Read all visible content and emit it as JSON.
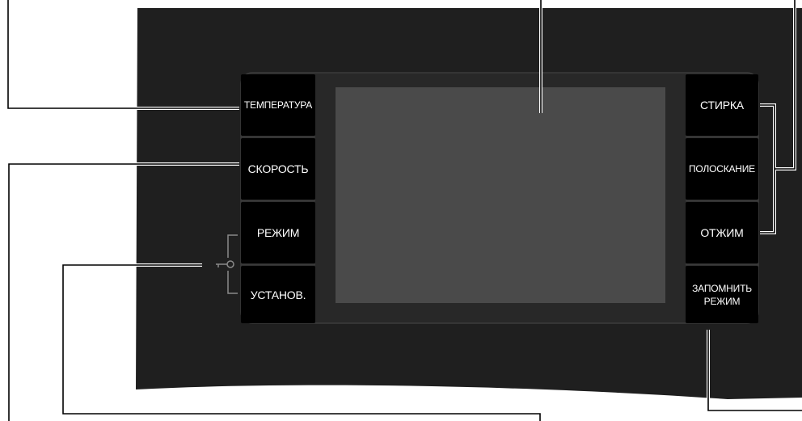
{
  "panel": {
    "left_buttons": [
      {
        "label": "ТЕМПЕРАТУРА"
      },
      {
        "label": "СКОРОСТЬ"
      },
      {
        "label": "РЕЖИМ"
      },
      {
        "label": "УСТАНОВ."
      }
    ],
    "right_buttons": [
      {
        "label": "СТИРКА"
      },
      {
        "label": "ПОЛОСКАНИЕ"
      },
      {
        "label": "ОТЖИМ"
      },
      {
        "label": "ЗАПОМНИТЬ\nРЕЖИМ"
      }
    ],
    "icons": {
      "key_lock": "key-icon"
    },
    "colors": {
      "panel": "#1f1f1f",
      "frame": "#282828",
      "button": "#000000",
      "screen": "#4a4a4a",
      "label": "#ffffff",
      "callout": "#000000"
    }
  }
}
